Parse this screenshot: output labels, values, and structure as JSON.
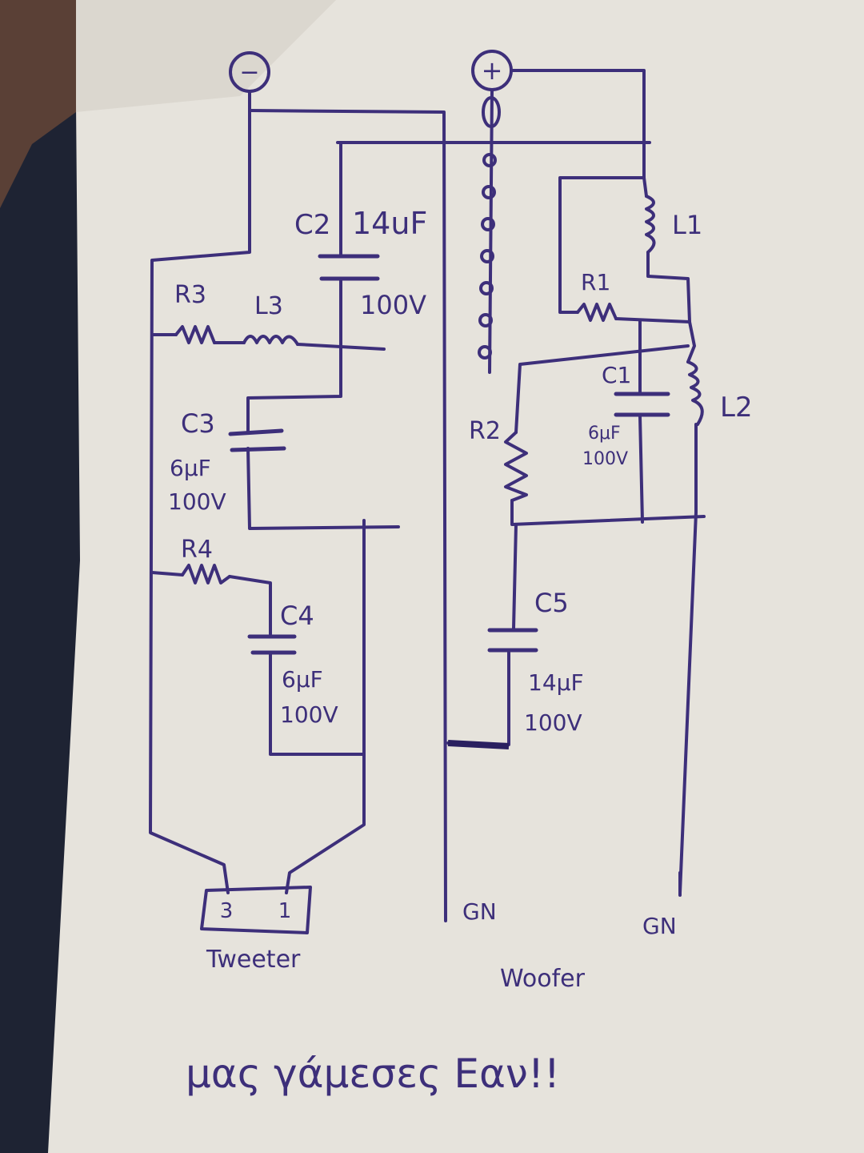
{
  "terminals": {
    "negative": "−",
    "positive": "+"
  },
  "components": {
    "c2": {
      "label": "C2",
      "value": "14uF",
      "voltage": "100V"
    },
    "r3": {
      "label": "R3"
    },
    "l3": {
      "label": "L3"
    },
    "c3": {
      "label": "C3",
      "value": "6μF",
      "voltage": "100V"
    },
    "r4": {
      "label": "R4"
    },
    "c4": {
      "label": "C4",
      "value": "6μF",
      "voltage": "100V"
    },
    "l1": {
      "label": "L1"
    },
    "r1": {
      "label": "R1"
    },
    "c1": {
      "label": "C1",
      "value": "6μF",
      "voltage": "100V"
    },
    "l2": {
      "label": "L2"
    },
    "r2": {
      "label": "R2"
    },
    "c5": {
      "label": "C5",
      "value": "14μF",
      "voltage": "100V"
    }
  },
  "tweeter": {
    "pin_left": "3",
    "pin_right": "1",
    "label": "Tweeter"
  },
  "woofer": {
    "label": "Woofer",
    "gnd_left": "GN",
    "gnd_right": "GN"
  },
  "note": "μας γάμεσες Εαν!!"
}
